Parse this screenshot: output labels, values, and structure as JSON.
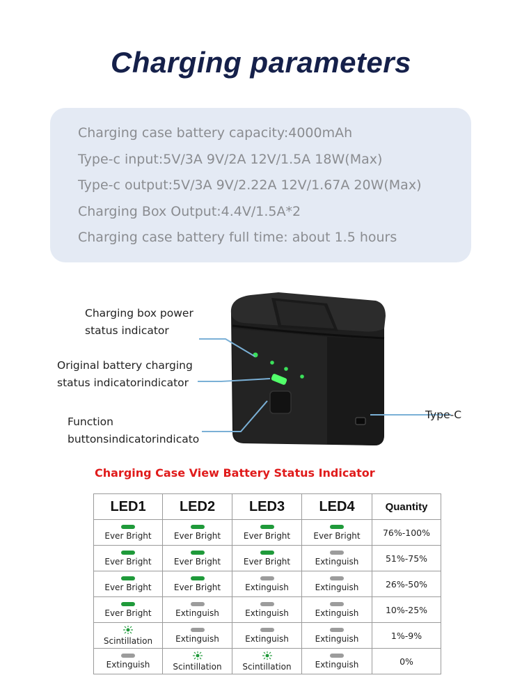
{
  "title": "Charging parameters",
  "specs": [
    "Charging case battery capacity:4000mAh",
    "Type-c input:5V/3A 9V/2A 12V/1.5A 18W(Max)",
    "Type-c output:5V/3A 9V/2.22A 12V/1.67A 20W(Max)",
    "Charging Box Output:4.4V/1.5A*2",
    "Charging case battery full time: about 1.5 hours"
  ],
  "callouts": {
    "power_indicator": [
      "Charging box power",
      "status indicator"
    ],
    "battery_indicator": [
      "Original battery charging",
      "status indicatorindicator"
    ],
    "function_button": [
      "Function",
      "buttonsindicatorindicato"
    ],
    "type_c": "Type-C"
  },
  "table_title": "Charging Case View Battery Status Indicator",
  "table": {
    "headers": [
      "LED1",
      "LED2",
      "LED3",
      "LED4",
      "Quantity"
    ],
    "rows": [
      {
        "leds": [
          {
            "state": "Ever Bright",
            "icon": "green"
          },
          {
            "state": "Ever Bright",
            "icon": "green"
          },
          {
            "state": "Ever Bright",
            "icon": "green"
          },
          {
            "state": "Ever Bright",
            "icon": "green"
          }
        ],
        "quantity": "76%-100%"
      },
      {
        "leds": [
          {
            "state": "Ever Bright",
            "icon": "green"
          },
          {
            "state": "Ever Bright",
            "icon": "green"
          },
          {
            "state": "Ever Bright",
            "icon": "green"
          },
          {
            "state": "Extinguish",
            "icon": "gray"
          }
        ],
        "quantity": "51%-75%"
      },
      {
        "leds": [
          {
            "state": "Ever Bright",
            "icon": "green"
          },
          {
            "state": "Ever Bright",
            "icon": "green"
          },
          {
            "state": "Extinguish",
            "icon": "gray"
          },
          {
            "state": "Extinguish",
            "icon": "gray"
          }
        ],
        "quantity": "26%-50%"
      },
      {
        "leds": [
          {
            "state": "Ever Bright",
            "icon": "green"
          },
          {
            "state": "Extinguish",
            "icon": "gray"
          },
          {
            "state": "Extinguish",
            "icon": "gray"
          },
          {
            "state": "Extinguish",
            "icon": "gray"
          }
        ],
        "quantity": "10%-25%"
      },
      {
        "leds": [
          {
            "state": "Scintillation",
            "icon": "spark"
          },
          {
            "state": "Extinguish",
            "icon": "gray"
          },
          {
            "state": "Extinguish",
            "icon": "gray"
          },
          {
            "state": "Extinguish",
            "icon": "gray"
          }
        ],
        "quantity": "1%-9%"
      },
      {
        "leds": [
          {
            "state": "Extinguish",
            "icon": "gray"
          },
          {
            "state": "Scintillation",
            "icon": "spark"
          },
          {
            "state": "Scintillation",
            "icon": "spark"
          },
          {
            "state": "Extinguish",
            "icon": "gray"
          }
        ],
        "quantity": "0%"
      }
    ]
  },
  "colors": {
    "title": "#15204a",
    "spec_box": "#e4eaf4",
    "spec_text": "#8a8c90",
    "table_title": "#e01b1b",
    "led_green": "#1f9a3a",
    "led_gray": "#9c9c9c",
    "callout_line": "#7ab0d6"
  }
}
